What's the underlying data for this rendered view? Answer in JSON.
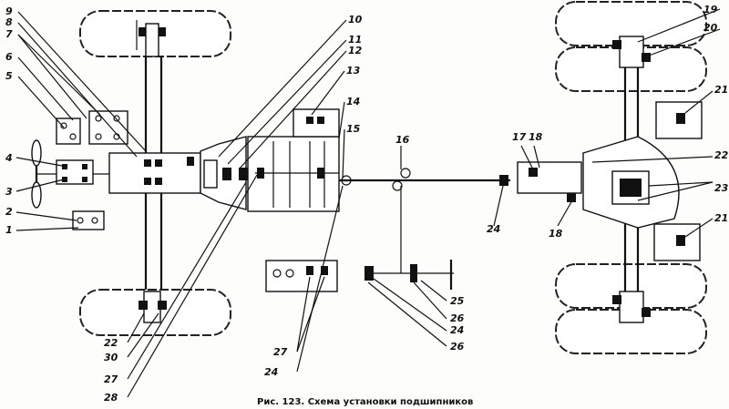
{
  "caption": "Рис. 123. Схема установки подшипников",
  "callouts": [
    "1",
    "2",
    "3",
    "4",
    "5",
    "6",
    "7",
    "8",
    "9",
    "10",
    "11",
    "12",
    "13",
    "14",
    "15",
    "16",
    "17",
    "18",
    "19",
    "20",
    "21",
    "21",
    "22",
    "22",
    "23",
    "24",
    "24",
    "24",
    "25",
    "26",
    "26",
    "27",
    "27",
    "28",
    "30",
    "18"
  ]
}
